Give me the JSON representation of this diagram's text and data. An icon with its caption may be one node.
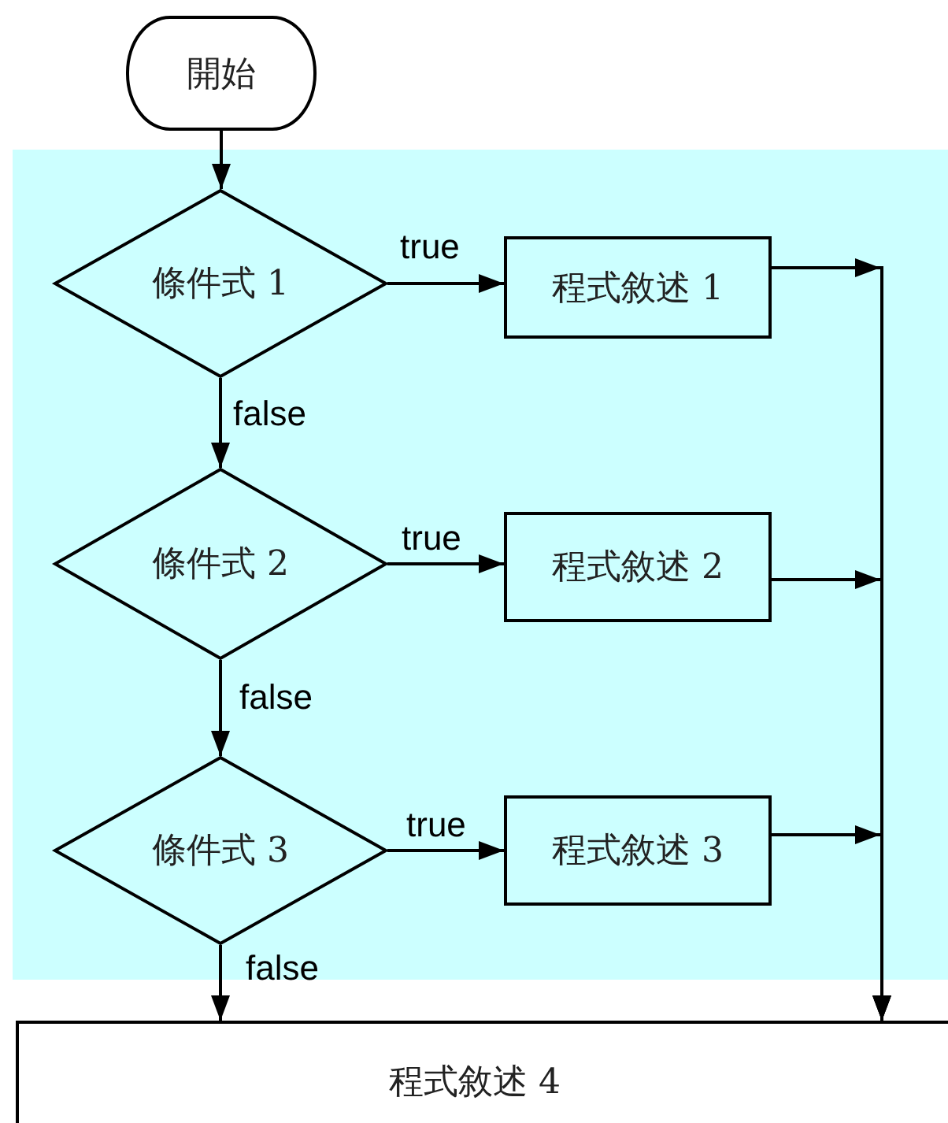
{
  "diagram": {
    "nodes": [
      {
        "text": [
          "開始"
        ]
      },
      {
        "text": [
          "條件式 1"
        ]
      },
      {
        "text": [
          "程式敘述 1"
        ]
      },
      {
        "text": [
          "條件式 2"
        ]
      },
      {
        "text": [
          "程式敘述 2"
        ]
      },
      {
        "text": [
          "條件式 3"
        ]
      },
      {
        "text": [
          "程式敘述 3"
        ]
      },
      {
        "text": [
          "程式敘述 4"
        ]
      }
    ],
    "edges": [
      {
        "from": 0,
        "to": 1,
        "arrow": "to"
      },
      {
        "from": 1,
        "to": 2,
        "arrow": "to",
        "label": "true"
      },
      {
        "from": 1,
        "to": 3,
        "arrow": "to",
        "label": "false"
      },
      {
        "from": 3,
        "to": 4,
        "arrow": "to",
        "label": "true"
      },
      {
        "from": 3,
        "to": 5,
        "arrow": "to",
        "label": "false"
      },
      {
        "from": 5,
        "to": 6,
        "arrow": "to",
        "label": "true"
      },
      {
        "from": 5,
        "to": 7,
        "arrow": "to",
        "label": "false"
      },
      {
        "from": 2,
        "to": 7,
        "arrow": "to"
      },
      {
        "from": 4,
        "to": 7,
        "arrow": "to"
      },
      {
        "from": 6,
        "to": 7,
        "arrow": "to"
      }
    ]
  }
}
